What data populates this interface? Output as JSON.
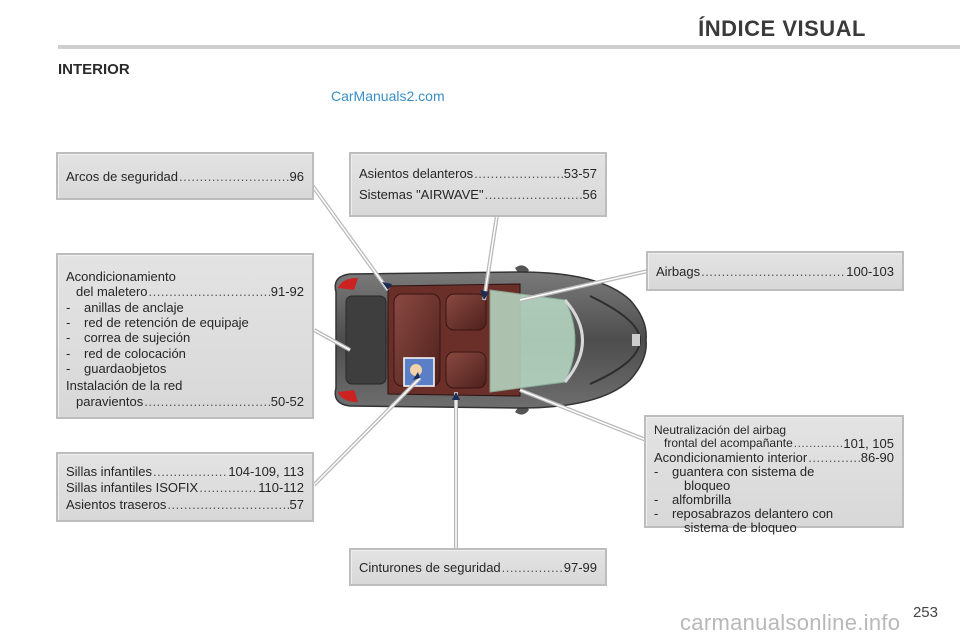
{
  "header": {
    "title": "ÍNDICE VISUAL",
    "section": "INTERIOR"
  },
  "watermarks": {
    "top": "CarManuals2.com",
    "bottom": "carmanualsonline.info"
  },
  "page_number": "253",
  "boxes": {
    "arcos": {
      "label": "Arcos de seguridad",
      "page": "96"
    },
    "asientos_del": {
      "line1_label": "Asientos delanteros",
      "line1_page": "53-57",
      "line2_label": "Sistemas \"AIRWAVE\"",
      "line2_page": "56"
    },
    "acond": {
      "head": "Acondicionamiento",
      "sub_label": "del maletero",
      "sub_page": "91-92",
      "items": [
        "anillas de anclaje",
        "red de retención de equipaje",
        "correa de sujeción",
        "red de colocación",
        "guardaobjetos"
      ],
      "head2": "Instalación de la red",
      "sub2_label": "paravientos",
      "sub2_page": "50-52"
    },
    "airbags": {
      "label": "Airbags",
      "page": "100-103"
    },
    "sillas": {
      "l1_label": "Sillas infantiles",
      "l1_page": "104-109, 113",
      "l2_label": "Sillas infantiles ISOFIX",
      "l2_page": "110-112",
      "l3_label": "Asientos traseros",
      "l3_page": "57"
    },
    "neutral": {
      "head": "Neutralización del airbag",
      "sub_label": "frontal del acompañante",
      "sub_page": "101, 105",
      "l2_label": "Acondicionamiento interior",
      "l2_page": "86-90",
      "item1a": "guantera con sistema de",
      "item1b": "bloqueo",
      "item2": "alfombrilla",
      "item3a": "reposabrazos delantero con",
      "item3b": "sistema de bloqueo"
    },
    "cinturones": {
      "label": "Cinturones de seguridad",
      "page": "97-99"
    }
  },
  "colors": {
    "car_body": "#5a5a5a",
    "seats": "#6b2f2a",
    "airbag_glass": "#b9dcc6",
    "box_bg": "#dcdcdc",
    "link": "#3a8ec6"
  }
}
